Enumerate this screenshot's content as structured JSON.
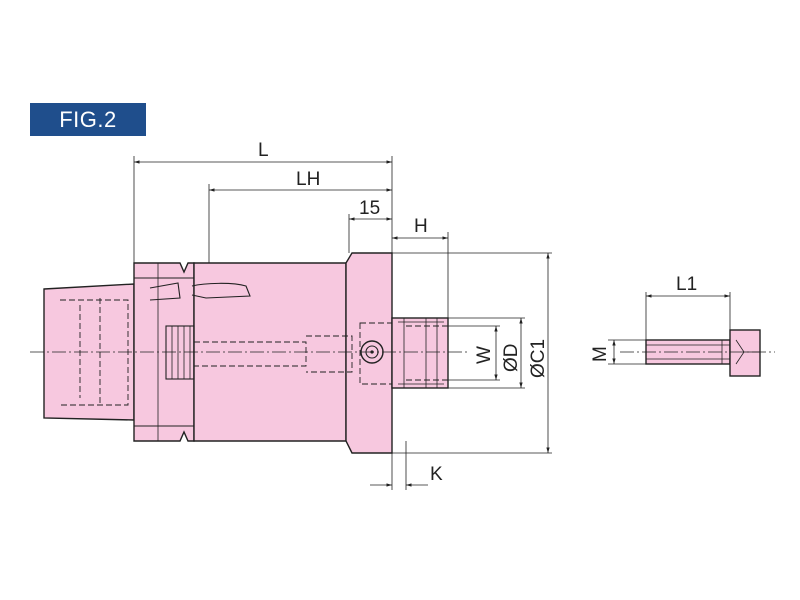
{
  "figure": {
    "badge": "FIG.2"
  },
  "dimensions": {
    "L": "L",
    "LH": "LH",
    "fifteen": "15",
    "H": "H",
    "W": "W",
    "D": "ØD",
    "C1": "ØC1",
    "K": "K",
    "L1": "L1",
    "M": "M"
  },
  "colors": {
    "body_fill": "#f7c8df",
    "badge_bg": "#1f4e8c",
    "line": "#222222"
  }
}
